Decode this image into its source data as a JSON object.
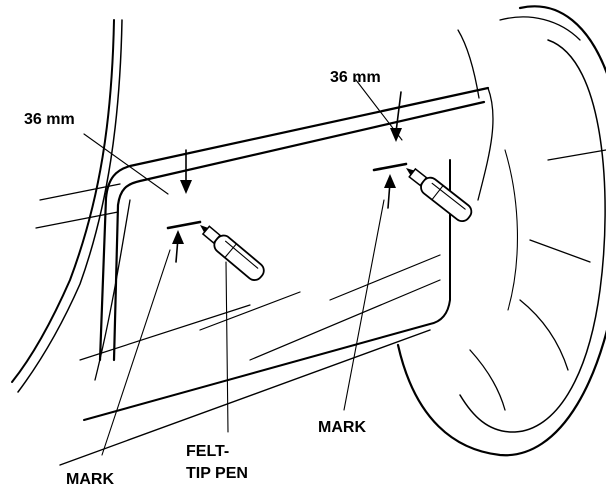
{
  "labels": {
    "dim_left": "36 mm",
    "dim_right": "36 mm",
    "mark_right": "MARK",
    "mark_left": "MARK",
    "pen_line1": "FELT-",
    "pen_line2": "TIP PEN"
  }
}
